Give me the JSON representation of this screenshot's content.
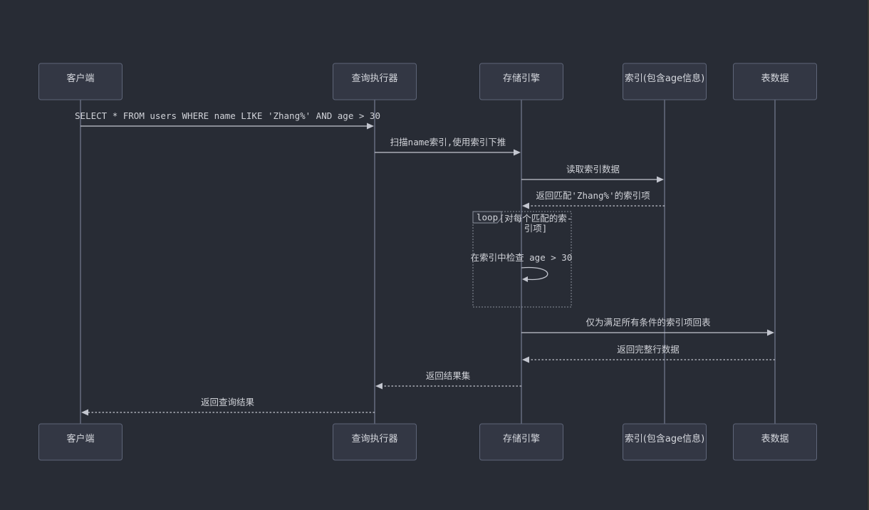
{
  "diagram": {
    "type": "sequence",
    "actors": [
      {
        "id": "client",
        "label": "客户端"
      },
      {
        "id": "executor",
        "label": "查询执行器"
      },
      {
        "id": "engine",
        "label": "存储引擎"
      },
      {
        "id": "index",
        "label": "索引(包含age信息)"
      },
      {
        "id": "table",
        "label": "表数据"
      }
    ],
    "messages": [
      {
        "from": "client",
        "to": "executor",
        "label": "SELECT * FROM users WHERE name LIKE 'Zhang%' AND age > 30",
        "style": "solid"
      },
      {
        "from": "executor",
        "to": "engine",
        "label": "扫描name索引,使用索引下推",
        "style": "solid"
      },
      {
        "from": "engine",
        "to": "index",
        "label": "读取索引数据",
        "style": "solid"
      },
      {
        "from": "index",
        "to": "engine",
        "label": "返回匹配'Zhang%'的索引项",
        "style": "dashed"
      },
      {
        "from": "engine",
        "to": "engine",
        "label": "在索引中检查 age > 30",
        "style": "solid",
        "self": true
      },
      {
        "from": "engine",
        "to": "table",
        "label": "仅为满足所有条件的索引项回表",
        "style": "solid"
      },
      {
        "from": "table",
        "to": "engine",
        "label": "返回完整行数据",
        "style": "dashed"
      },
      {
        "from": "engine",
        "to": "executor",
        "label": "返回结果集",
        "style": "dashed"
      },
      {
        "from": "executor",
        "to": "client",
        "label": "返回查询结果",
        "style": "dashed"
      }
    ],
    "loop": {
      "keyword": "loop",
      "condition_line1": "[对每个匹配的索-",
      "condition_line2": "引项]"
    },
    "colors": {
      "background": "#282c35",
      "actor_fill": "#333744",
      "actor_stroke": "#5e6578",
      "lifeline": "#6b7185",
      "message": "#c3c6cf",
      "text": "#d6d8de"
    }
  }
}
